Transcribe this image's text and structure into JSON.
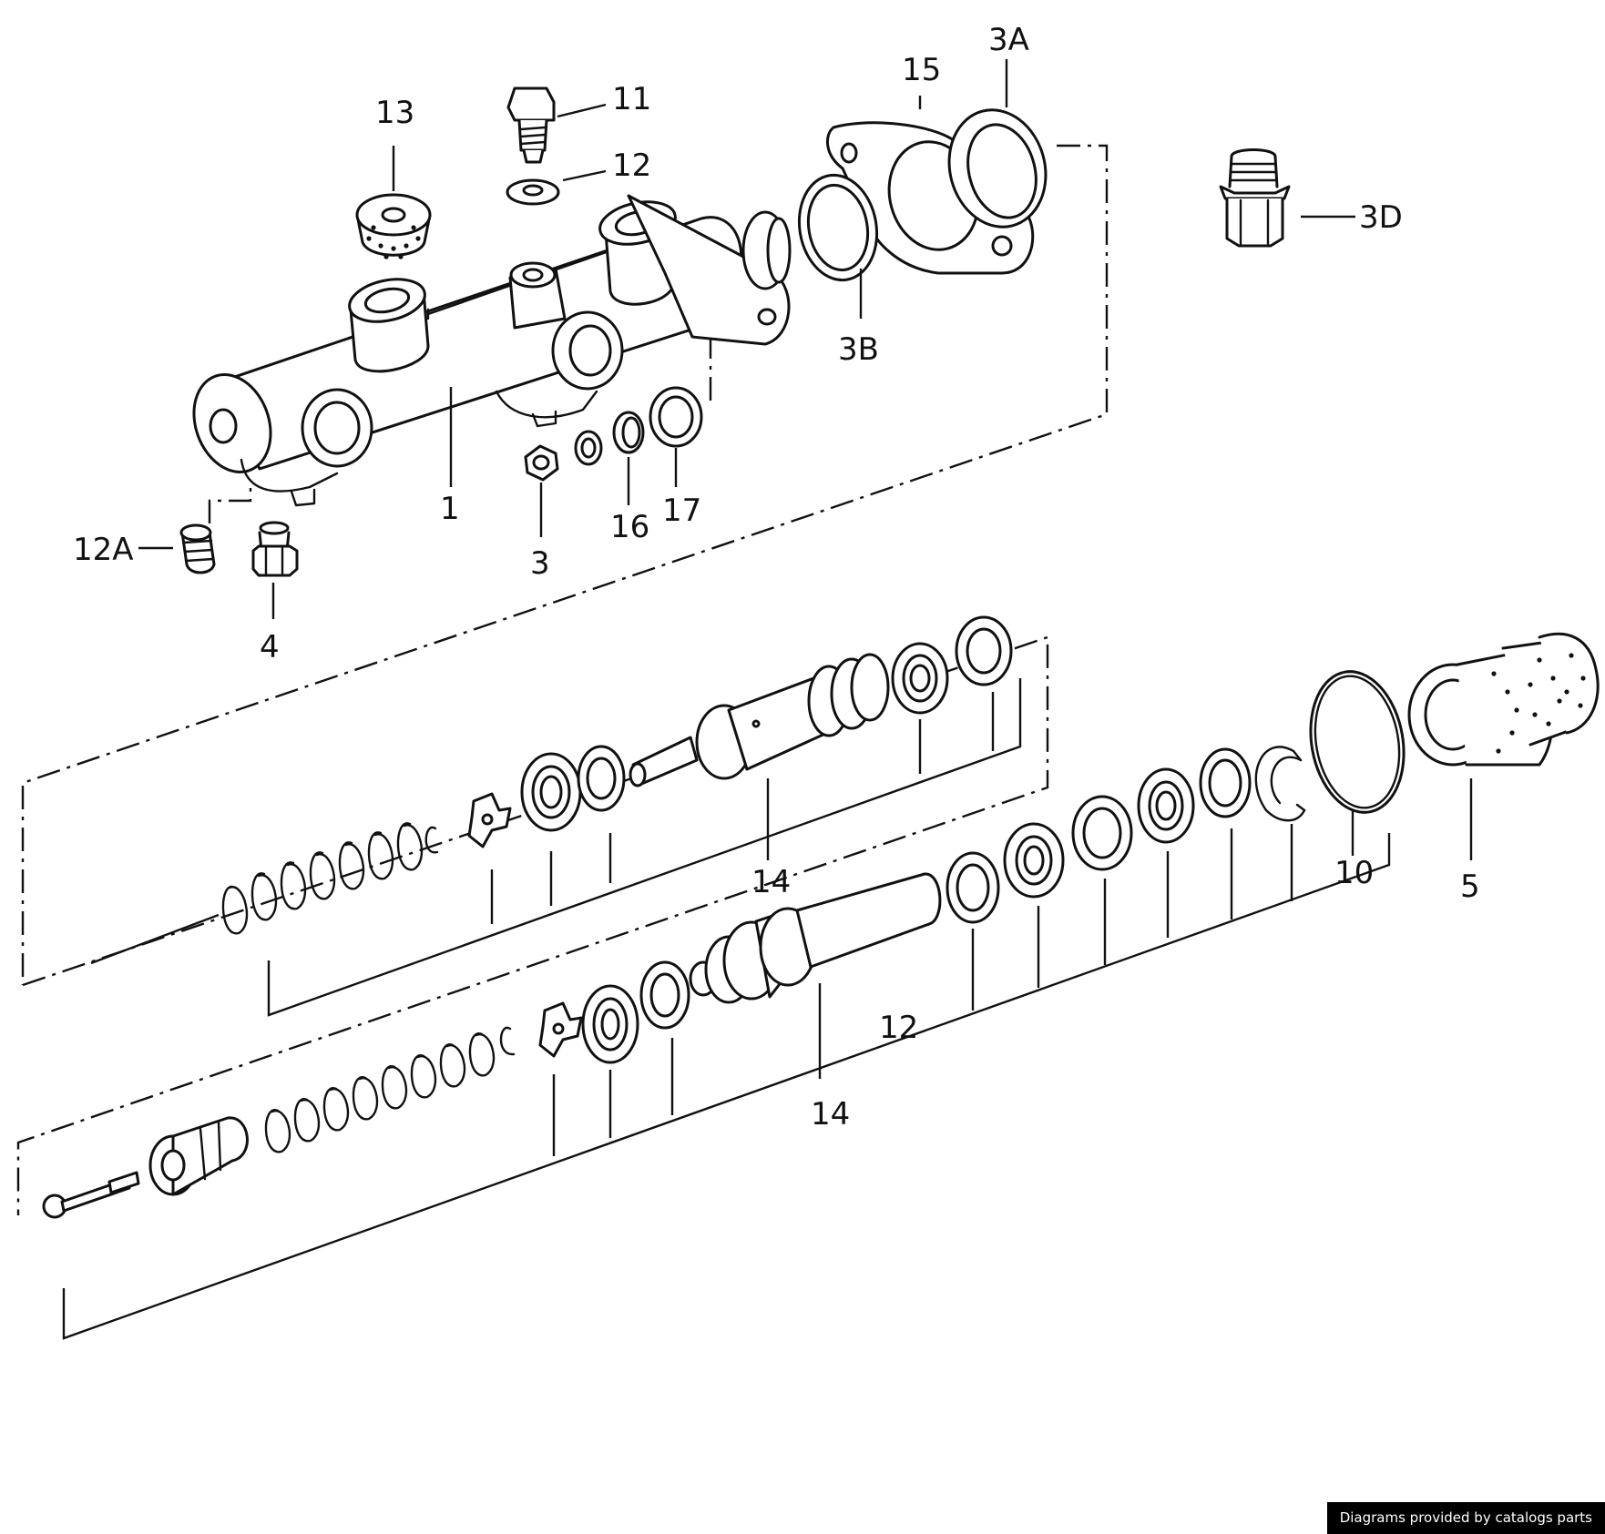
{
  "callouts": {
    "p1": "1",
    "p3": "3",
    "p3A": "3A",
    "p3B": "3B",
    "p3D": "3D",
    "p4": "4",
    "p5": "5",
    "p10": "10",
    "p11": "11",
    "p12_top": "12",
    "p12_mid": "12",
    "p12A": "12A",
    "p13": "13",
    "p14_upper": "14",
    "p14_lower": "14",
    "p15": "15",
    "p16": "16",
    "p17": "17"
  },
  "credit": "Diagrams provided by catalogs parts"
}
